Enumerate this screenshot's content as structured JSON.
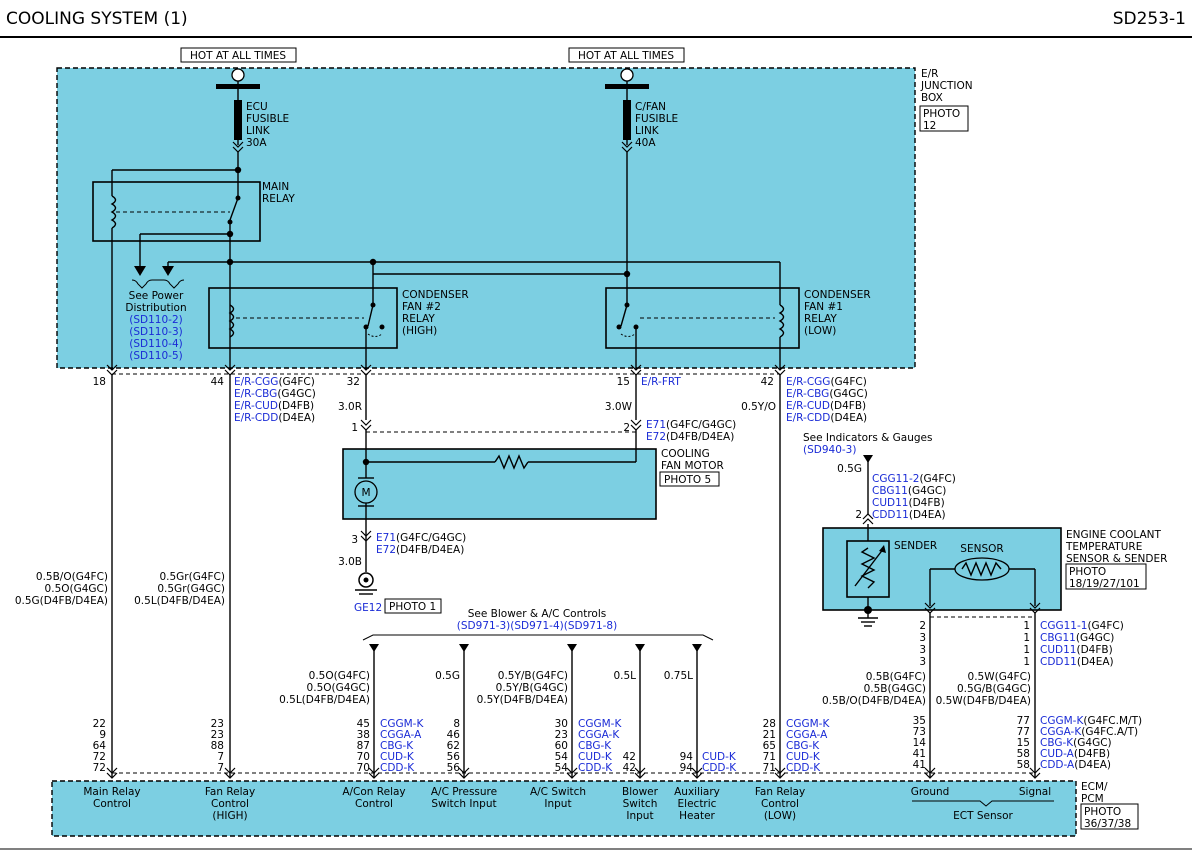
{
  "header": {
    "title": "COOLING SYSTEM (1)",
    "code": "SD253-1"
  },
  "junction_box": {
    "name_lines": [
      "E/R",
      "JUNCTION",
      "BOX"
    ],
    "photo_lines": [
      "PHOTO",
      "12"
    ]
  },
  "hot_labels": [
    "HOT AT ALL TIMES",
    "HOT AT ALL TIMES"
  ],
  "fuses": {
    "ecu": [
      "ECU",
      "FUSIBLE",
      "LINK",
      "30A"
    ],
    "cfan": [
      "C/FAN",
      "FUSIBLE",
      "LINK",
      "40A"
    ]
  },
  "relays": {
    "main": [
      "MAIN",
      "RELAY"
    ],
    "cond2": [
      "CONDENSER",
      "FAN #2",
      "RELAY",
      "(HIGH)"
    ],
    "cond1": [
      "CONDENSER",
      "FAN #1",
      "RELAY",
      "(LOW)"
    ]
  },
  "power_dist": {
    "lines": [
      "See Power",
      "Distribution"
    ],
    "refs": [
      "(SD110-2)",
      "(SD110-3)",
      "(SD110-4)",
      "(SD110-5)"
    ]
  },
  "jb_pins": {
    "p18": "18",
    "p44": "44",
    "p32": "32",
    "p15": "15",
    "p42": "42"
  },
  "jb_conn_left": [
    {
      "code": "E/R-CGG",
      "var": "(G4FC)"
    },
    {
      "code": "E/R-CBG",
      "var": "(G4GC)"
    },
    {
      "code": "E/R-CUD",
      "var": "(D4FB)"
    },
    {
      "code": "E/R-CDD",
      "var": "(D4EA)"
    }
  ],
  "jb_conn_frt": "E/R-FRT",
  "jb_conn_right": [
    {
      "code": "E/R-CGG",
      "var": "(G4FC)"
    },
    {
      "code": "E/R-CBG",
      "var": "(G4GC)"
    },
    {
      "code": "E/R-CUD",
      "var": "(D4FB)"
    },
    {
      "code": "E/R-CDD",
      "var": "(D4EA)"
    }
  ],
  "wires": {
    "w30r": "3.0R",
    "w30w": "3.0W",
    "w05yo": "0.5Y/O",
    "w30b": "3.0B",
    "w05g_ind": "0.5G",
    "main_relay_wire": [
      "0.5B/O(G4FC)",
      "0.5O(G4GC)",
      "0.5G(D4FB/D4EA)"
    ],
    "fan_high_wire": [
      "0.5Gr(G4FC)",
      "0.5Gr(G4GC)",
      "0.5L(D4FB/D4EA)"
    ],
    "acon_wire": [
      "0.5O(G4FC)",
      "0.5O(G4GC)",
      "0.5L(D4FB/D4EA)"
    ],
    "press_wire": "0.5G",
    "acsw_wire": [
      "0.5Y/B(G4FC)",
      "0.5Y/B(G4GC)",
      "0.5Y(D4FB/D4EA)"
    ],
    "blower_wire": "0.5L",
    "aux_wire": "0.75L",
    "ground_wire": [
      "0.5B(G4FC)",
      "0.5B(G4GC)",
      "0.5B/O(D4FB/D4EA)"
    ],
    "signal_wire": [
      "0.5W(G4FC)",
      "0.5G/B(G4GC)",
      "0.5W(D4FB/D4EA)"
    ]
  },
  "motor": {
    "pin1": "1",
    "pin2": "2",
    "pin3": "3",
    "conn_top": [
      {
        "code": "E71",
        "var": "(G4FC/G4GC)"
      },
      {
        "code": "E72",
        "var": "(D4FB/D4EA)"
      }
    ],
    "conn_bottom": [
      {
        "code": "E71",
        "var": "(G4FC/G4GC)"
      },
      {
        "code": "E72",
        "var": "(D4FB/D4EA)"
      }
    ],
    "name": [
      "COOLING",
      "FAN MOTOR"
    ],
    "photo": "PHOTO 5",
    "m_symbol": "M"
  },
  "ground": {
    "code": "GE12",
    "photo": "PHOTO 1"
  },
  "indicators": {
    "text": "See Indicators & Gauges",
    "ref": "(SD940-3)"
  },
  "ect_sensor": {
    "name": [
      "ENGINE COOLANT",
      "TEMPERATURE",
      "SENSOR & SENDER"
    ],
    "photo": [
      "PHOTO",
      "18/19/27/101"
    ],
    "sender": "SENDER",
    "sensor": "SENSOR",
    "pin_top": "2",
    "conn_top": [
      {
        "code": "CGG11-2",
        "var": "(G4FC)"
      },
      {
        "code": "CBG11",
        "var": "(G4GC)"
      },
      {
        "code": "CUD11",
        "var": "(D4FB)"
      },
      {
        "code": "CDD11",
        "var": "(D4EA)"
      }
    ],
    "pins_left": [
      "2",
      "3",
      "3",
      "3"
    ],
    "pins_right": [
      "1",
      "1",
      "1",
      "1"
    ],
    "conn_bottom": [
      {
        "code": "CGG11-1",
        "var": "(G4FC)"
      },
      {
        "code": "CBG11",
        "var": "(G4GC)"
      },
      {
        "code": "CUD11",
        "var": "(D4FB)"
      },
      {
        "code": "CDD11",
        "var": "(D4EA)"
      }
    ]
  },
  "blower_ref": {
    "text": "See Blower & A/C Controls",
    "refs": [
      "(SD971-3)",
      "(SD971-4)",
      "(SD971-8)"
    ]
  },
  "ecm_pins": {
    "main": [
      "22",
      "9",
      "64",
      "72",
      "72"
    ],
    "fanhigh": [
      "23",
      "23",
      "88",
      "7",
      "7"
    ],
    "acon": [
      "45",
      "38",
      "87",
      "70",
      "70"
    ],
    "press": [
      "8",
      "46",
      "62",
      "56",
      "56"
    ],
    "acsw": [
      "30",
      "23",
      "60",
      "54",
      "54"
    ],
    "blower": [
      "42",
      "42"
    ],
    "aux": [
      "94",
      "94"
    ],
    "fanlow": [
      "28",
      "21",
      "65",
      "71",
      "71"
    ],
    "ground": [
      "35",
      "73",
      "14",
      "41",
      "41"
    ],
    "signal": [
      "77",
      "77",
      "15",
      "58",
      "58"
    ]
  },
  "ecm_codes": {
    "mid": [
      "CGGM-K",
      "CGGA-A",
      "CBG-K",
      "CUD-K",
      "CDD-K"
    ],
    "acsw": [
      "CGGM-K",
      "CGGA-K",
      "CBG-K",
      "CUD-K",
      "CDD-K"
    ],
    "aux": [
      "CUD-K",
      "CDD-K"
    ],
    "fanlow": [
      "CGGM-K",
      "CGGA-A",
      "CBG-K",
      "CUD-K",
      "CDD-K"
    ],
    "right": [
      {
        "code": "CGGM-K",
        "var": "(G4FC.M/T)"
      },
      {
        "code": "CGGA-K",
        "var": "(G4FC.A/T)"
      },
      {
        "code": "CBG-K",
        "var": "(G4GC)"
      },
      {
        "code": "CUD-A",
        "var": "(D4FB)"
      },
      {
        "code": "CDD-A",
        "var": "(D4EA)"
      }
    ]
  },
  "ecm_labels": {
    "main": [
      "Main Relay",
      "Control"
    ],
    "fanhigh": [
      "Fan Relay",
      "Control",
      "(HIGH)"
    ],
    "acon": [
      "A/Con Relay",
      "Control"
    ],
    "press": [
      "A/C Pressure",
      "Switch Input"
    ],
    "acsw": [
      "A/C Switch",
      "Input"
    ],
    "blower": [
      "Blower",
      "Switch",
      "Input"
    ],
    "aux": [
      "Auxiliary",
      "Electric",
      "Heater"
    ],
    "fanlow": [
      "Fan Relay",
      "Control",
      "(LOW)"
    ],
    "ground": "Ground",
    "signal": "Signal",
    "ect": "ECT Sensor",
    "name": [
      "ECM/",
      "PCM"
    ],
    "photo": [
      "PHOTO",
      "36/37/38"
    ]
  }
}
